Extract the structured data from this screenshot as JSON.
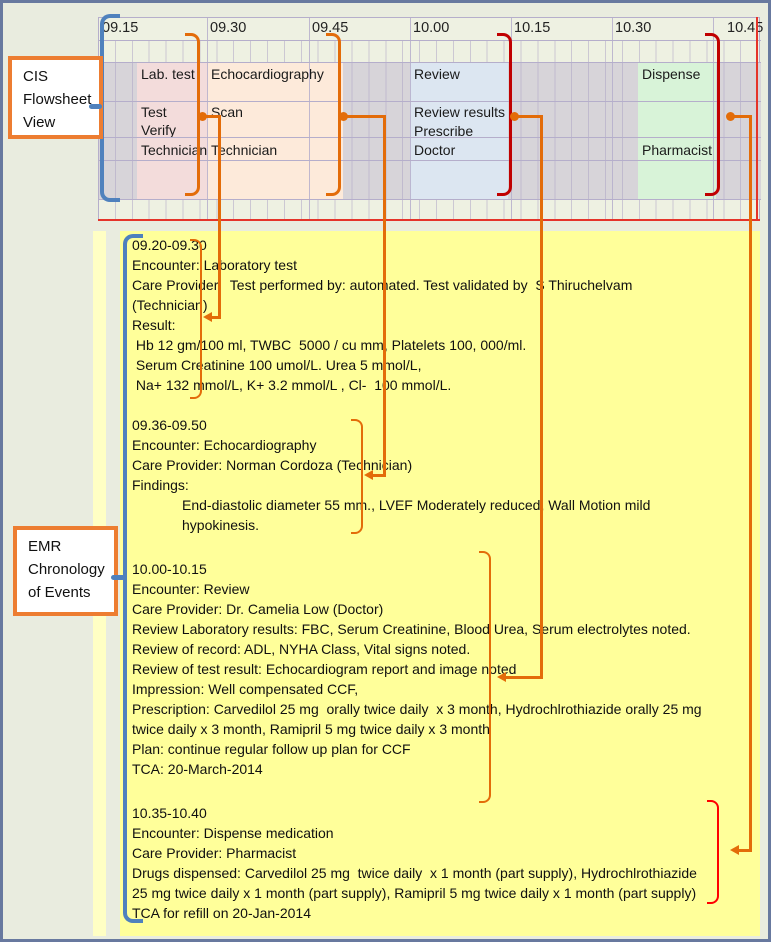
{
  "colors": {
    "accent_orange": "#e36c09",
    "brace_dark_red": "#c00000",
    "brace_bright_red": "#ff0000",
    "brace_blue": "#4f81bd",
    "callout_border_orange": "#ed7d31",
    "panel_yellow": "#ffff9a",
    "grid_gray_band": "#d7d4d9",
    "block_pink": "#f3dcdb",
    "block_peach": "#fdeada",
    "block_blue": "#dce6f1",
    "block_green": "#d8f3d8",
    "red_line": "#e5342a"
  },
  "flowsheet_label": {
    "lines": [
      "CIS",
      "Flowsheet",
      "View"
    ]
  },
  "emr_label": {
    "lines": [
      "EMR",
      "Chronology",
      "of Events"
    ]
  },
  "timeline": {
    "times": [
      "09.15",
      "09.30",
      "09.45",
      "10.00",
      "10.15",
      "10.30",
      "10.45"
    ],
    "blocks": [
      {
        "title": "Lab. test",
        "tasks": [
          "Test",
          "Verify"
        ],
        "role": "Technician"
      },
      {
        "title": "Echocardiography",
        "tasks": [
          "Scan",
          ""
        ],
        "role": "Technician"
      },
      {
        "title": "Review",
        "tasks": [
          "Review results",
          "Prescribe"
        ],
        "role": "Doctor"
      },
      {
        "title": "Dispense",
        "tasks": [
          "",
          ""
        ],
        "role": "Pharmacist"
      }
    ]
  },
  "events": [
    {
      "time_range": "09.20-09.30",
      "lines": [
        "09.20-09.30",
        "Encounter: Laboratory test",
        "Care Provider:  Test performed by: automated. Test validated by  S Thiruchelvam",
        "(Technician)",
        "Result:",
        " Hb 12 gm/100 ml, TWBC  5000 / cu mm, Platelets 100, 000/ml.",
        " Serum Creatinine 100 umol/L. Urea 5 mmol/L,",
        " Na+ 132 mmol/L, K+ 3.2 mmol/L , Cl-  100 mmol/L."
      ]
    },
    {
      "time_range": "09.36-09.50",
      "lines": [
        "09.36-09.50",
        "Encounter: Echocardiography",
        "Care Provider: Norman Cordoza (Technician)",
        "Findings:",
        "End-diastolic diameter 55 mm., LVEF Moderately reduced, Wall Motion mild",
        "hypokinesis."
      ]
    },
    {
      "time_range": "10.00-10.15",
      "lines": [
        "10.00-10.15",
        "Encounter: Review",
        "Care Provider: Dr. Camelia Low (Doctor)",
        "Review Laboratory results: FBC, Serum Creatinine, Blood Urea, Serum electrolytes noted.",
        "Review of record: ADL, NYHA Class, Vital signs noted.",
        "Review of test result: Echocardiogram report and image noted",
        "Impression: Well compensated CCF,",
        "Prescription: Carvedilol 25 mg  orally twice daily  x 3 month, Hydrochlrothiazide orally 25 mg",
        "twice daily x 3 month, Ramipril 5 mg twice daily x 3 month",
        "Plan: continue regular follow up plan for CCF",
        "TCA: 20-March-2014"
      ]
    },
    {
      "time_range": "10.35-10.40",
      "lines": [
        "10.35-10.40",
        "Encounter: Dispense medication",
        "Care Provider: Pharmacist",
        "Drugs dispensed: Carvedilol 25 mg  twice daily  x 1 month (part supply), Hydrochlrothiazide",
        "25 mg twice daily x 1 month (part supply), Ramipril 5 mg twice daily x 1 month (part supply)",
        "TCA for refill on 20-Jan-2014"
      ]
    }
  ]
}
